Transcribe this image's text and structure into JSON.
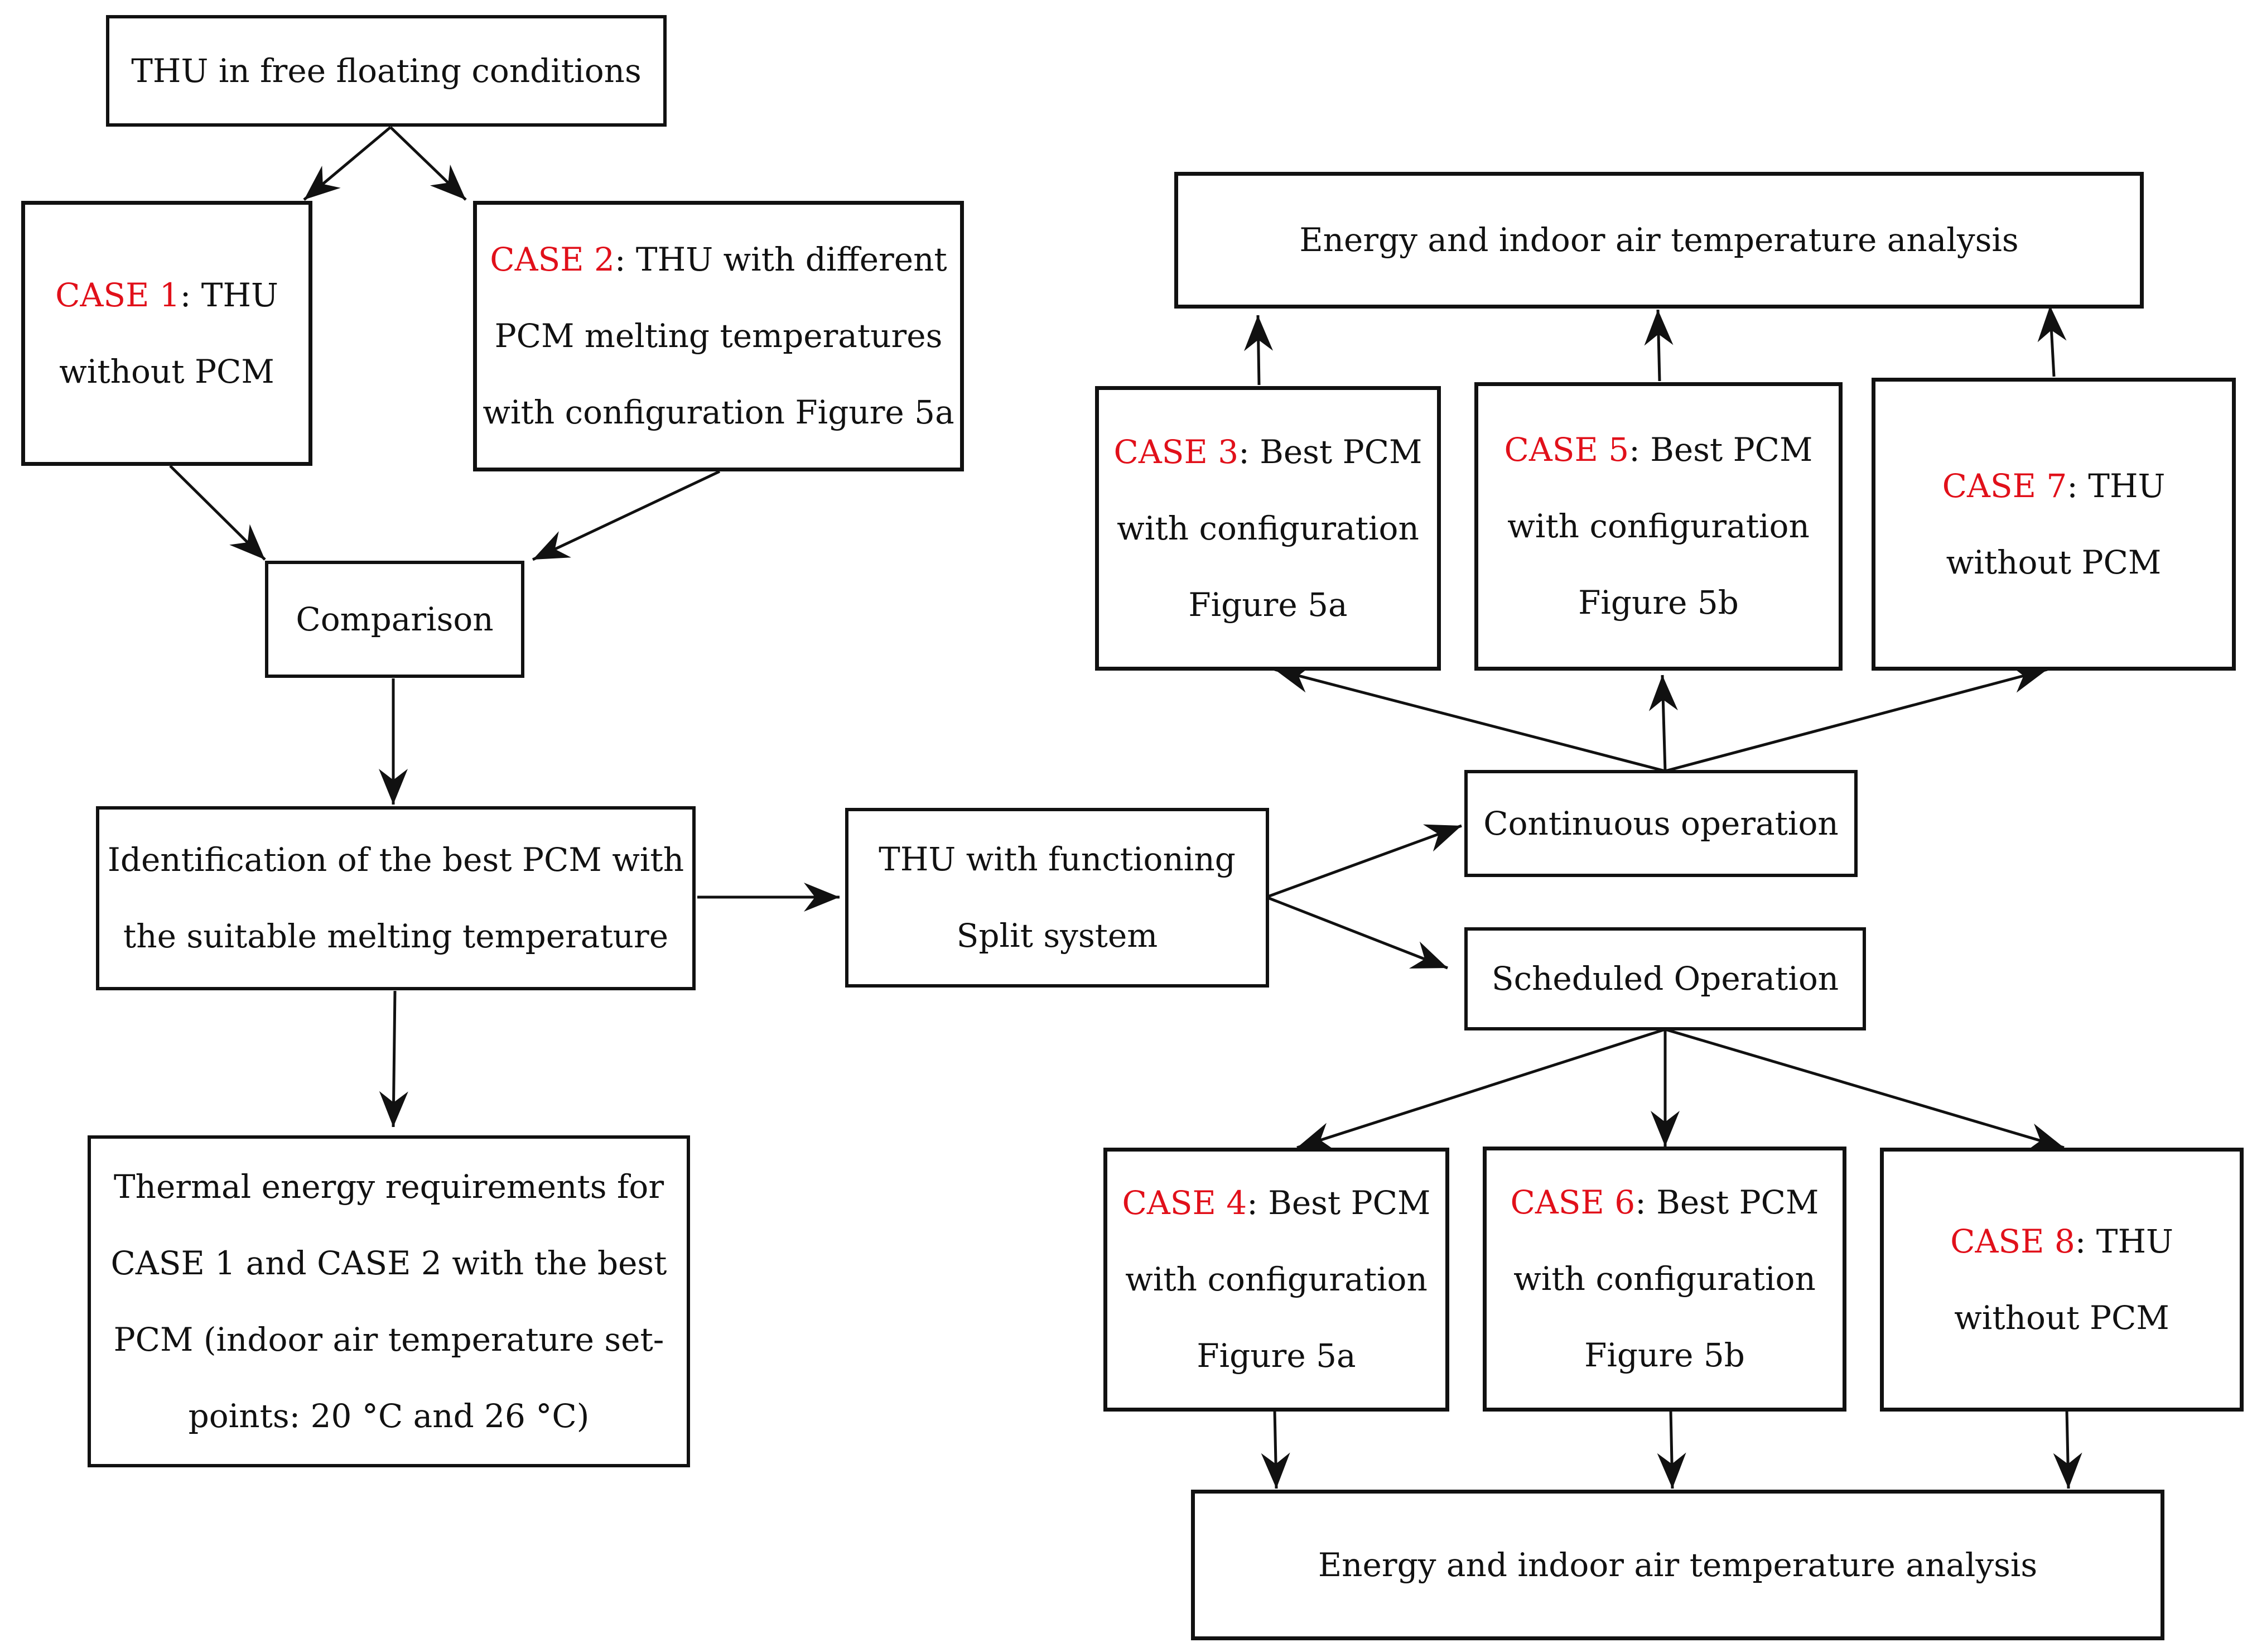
{
  "colors": {
    "case_label": "#e1101a",
    "stroke": "#111111",
    "background": "#ffffff"
  },
  "nodes": {
    "free_floating": {
      "lines": [
        "THU in free floating conditions"
      ]
    },
    "case1": {
      "case_label": "CASE 1",
      "rest": ": THU",
      "lines": [
        "without PCM"
      ]
    },
    "case2": {
      "case_label": "CASE 2",
      "rest": ": THU with different",
      "lines": [
        "PCM melting temperatures",
        "with configuration Figure 5a"
      ]
    },
    "comparison": {
      "lines": [
        "Comparison"
      ]
    },
    "identification": {
      "lines": [
        "Identification of the best PCM with",
        "the suitable melting temperature"
      ]
    },
    "thermal": {
      "lines": [
        "Thermal energy requirements for",
        "CASE 1 and CASE 2 with the best",
        "PCM (indoor air temperature set-",
        "points: 20 °C and 26 °C)"
      ]
    },
    "split": {
      "lines": [
        "THU with functioning",
        "Split system"
      ]
    },
    "continuous": {
      "lines": [
        "Continuous operation"
      ]
    },
    "scheduled": {
      "lines": [
        "Scheduled Operation"
      ]
    },
    "energy_top": {
      "lines": [
        "Energy and indoor air temperature analysis"
      ]
    },
    "energy_bottom": {
      "lines": [
        "Energy and indoor air temperature analysis"
      ]
    },
    "case3": {
      "case_label": "CASE 3",
      "rest": ": Best PCM",
      "lines": [
        "with configuration",
        "Figure 5a"
      ]
    },
    "case5": {
      "case_label": "CASE 5",
      "rest": ": Best PCM",
      "lines": [
        "with configuration",
        "Figure 5b"
      ]
    },
    "case7": {
      "case_label": "CASE 7",
      "rest": ": THU",
      "lines": [
        "without PCM"
      ]
    },
    "case4": {
      "case_label": "CASE 4",
      "rest": ": Best PCM",
      "lines": [
        "with configuration",
        "Figure 5a"
      ]
    },
    "case6": {
      "case_label": "CASE 6",
      "rest": ": Best PCM",
      "lines": [
        "with configuration",
        "Figure 5b"
      ]
    },
    "case8": {
      "case_label": "CASE 8",
      "rest": ": THU",
      "lines": [
        "without PCM"
      ]
    }
  }
}
